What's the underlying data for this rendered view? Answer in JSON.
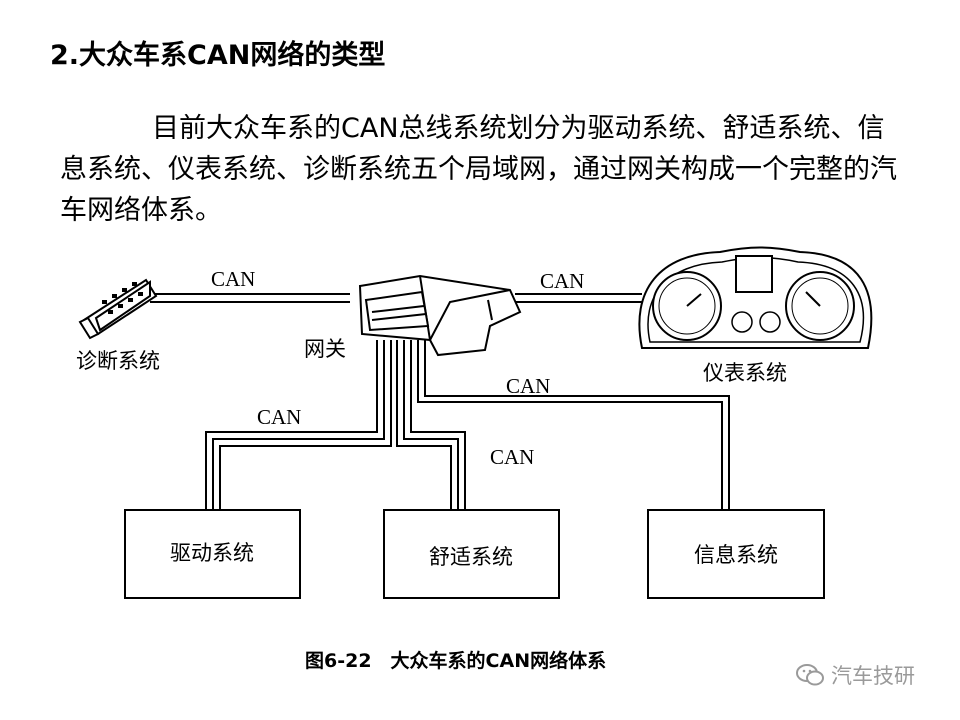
{
  "heading": "2.大众车系CAN网络的类型",
  "paragraph": "目前大众车系的CAN总线系统划分为驱动系统、舒适系统、信息系统、仪表系统、诊断系统五个局域网，通过网关构成一个完整的汽车网络体系。",
  "diagram": {
    "bus_label": "CAN",
    "gateway_label": "网关",
    "diagnostic_label": "诊断系统",
    "instrument_label": "仪表系统",
    "drive_label": "驱动系统",
    "comfort_label": "舒适系统",
    "info_label": "信息系统"
  },
  "caption": "图6-22　大众车系的CAN网络体系",
  "watermark": "汽车技研"
}
